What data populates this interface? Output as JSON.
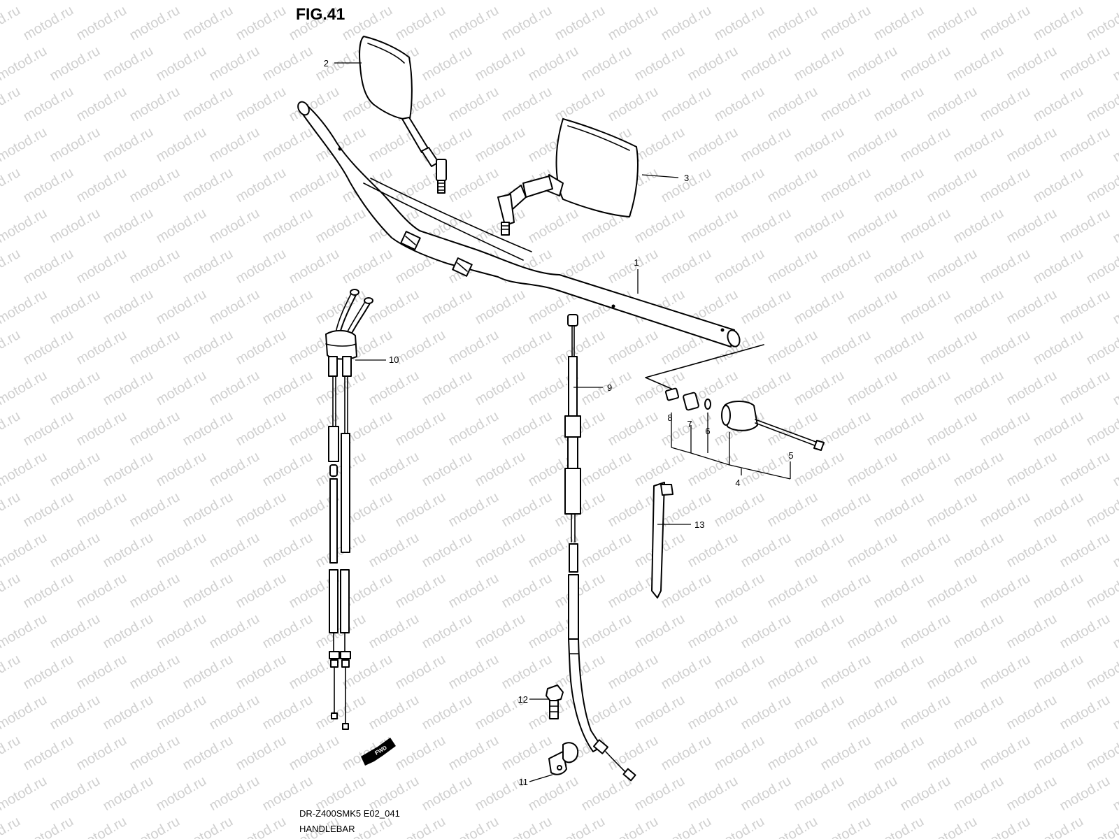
{
  "figure": {
    "title": "FIG.41",
    "model_code": "DR-Z400SMK5 E02_041",
    "caption": "HANDLEBAR"
  },
  "watermark": {
    "text": "motod.ru",
    "color": "#d0d0d0"
  },
  "fwd_marker": {
    "label": "FWD"
  },
  "callouts": [
    {
      "id": "1",
      "label": "1",
      "part": "handlebar"
    },
    {
      "id": "2",
      "label": "2",
      "part": "mirror-left"
    },
    {
      "id": "3",
      "label": "3",
      "part": "mirror-right"
    },
    {
      "id": "4",
      "label": "4",
      "part": "balancer-set"
    },
    {
      "id": "5",
      "label": "5",
      "part": "balancer-screw"
    },
    {
      "id": "6",
      "label": "6",
      "part": "washer"
    },
    {
      "id": "7",
      "label": "7",
      "part": "spacer"
    },
    {
      "id": "8",
      "label": "8",
      "part": "nut"
    },
    {
      "id": "9",
      "label": "9",
      "part": "clutch-cable"
    },
    {
      "id": "10",
      "label": "10",
      "part": "throttle-cable"
    },
    {
      "id": "11",
      "label": "11",
      "part": "cable-clamp"
    },
    {
      "id": "12",
      "label": "12",
      "part": "bolt"
    },
    {
      "id": "13",
      "label": "13",
      "part": "cable-tie"
    }
  ]
}
